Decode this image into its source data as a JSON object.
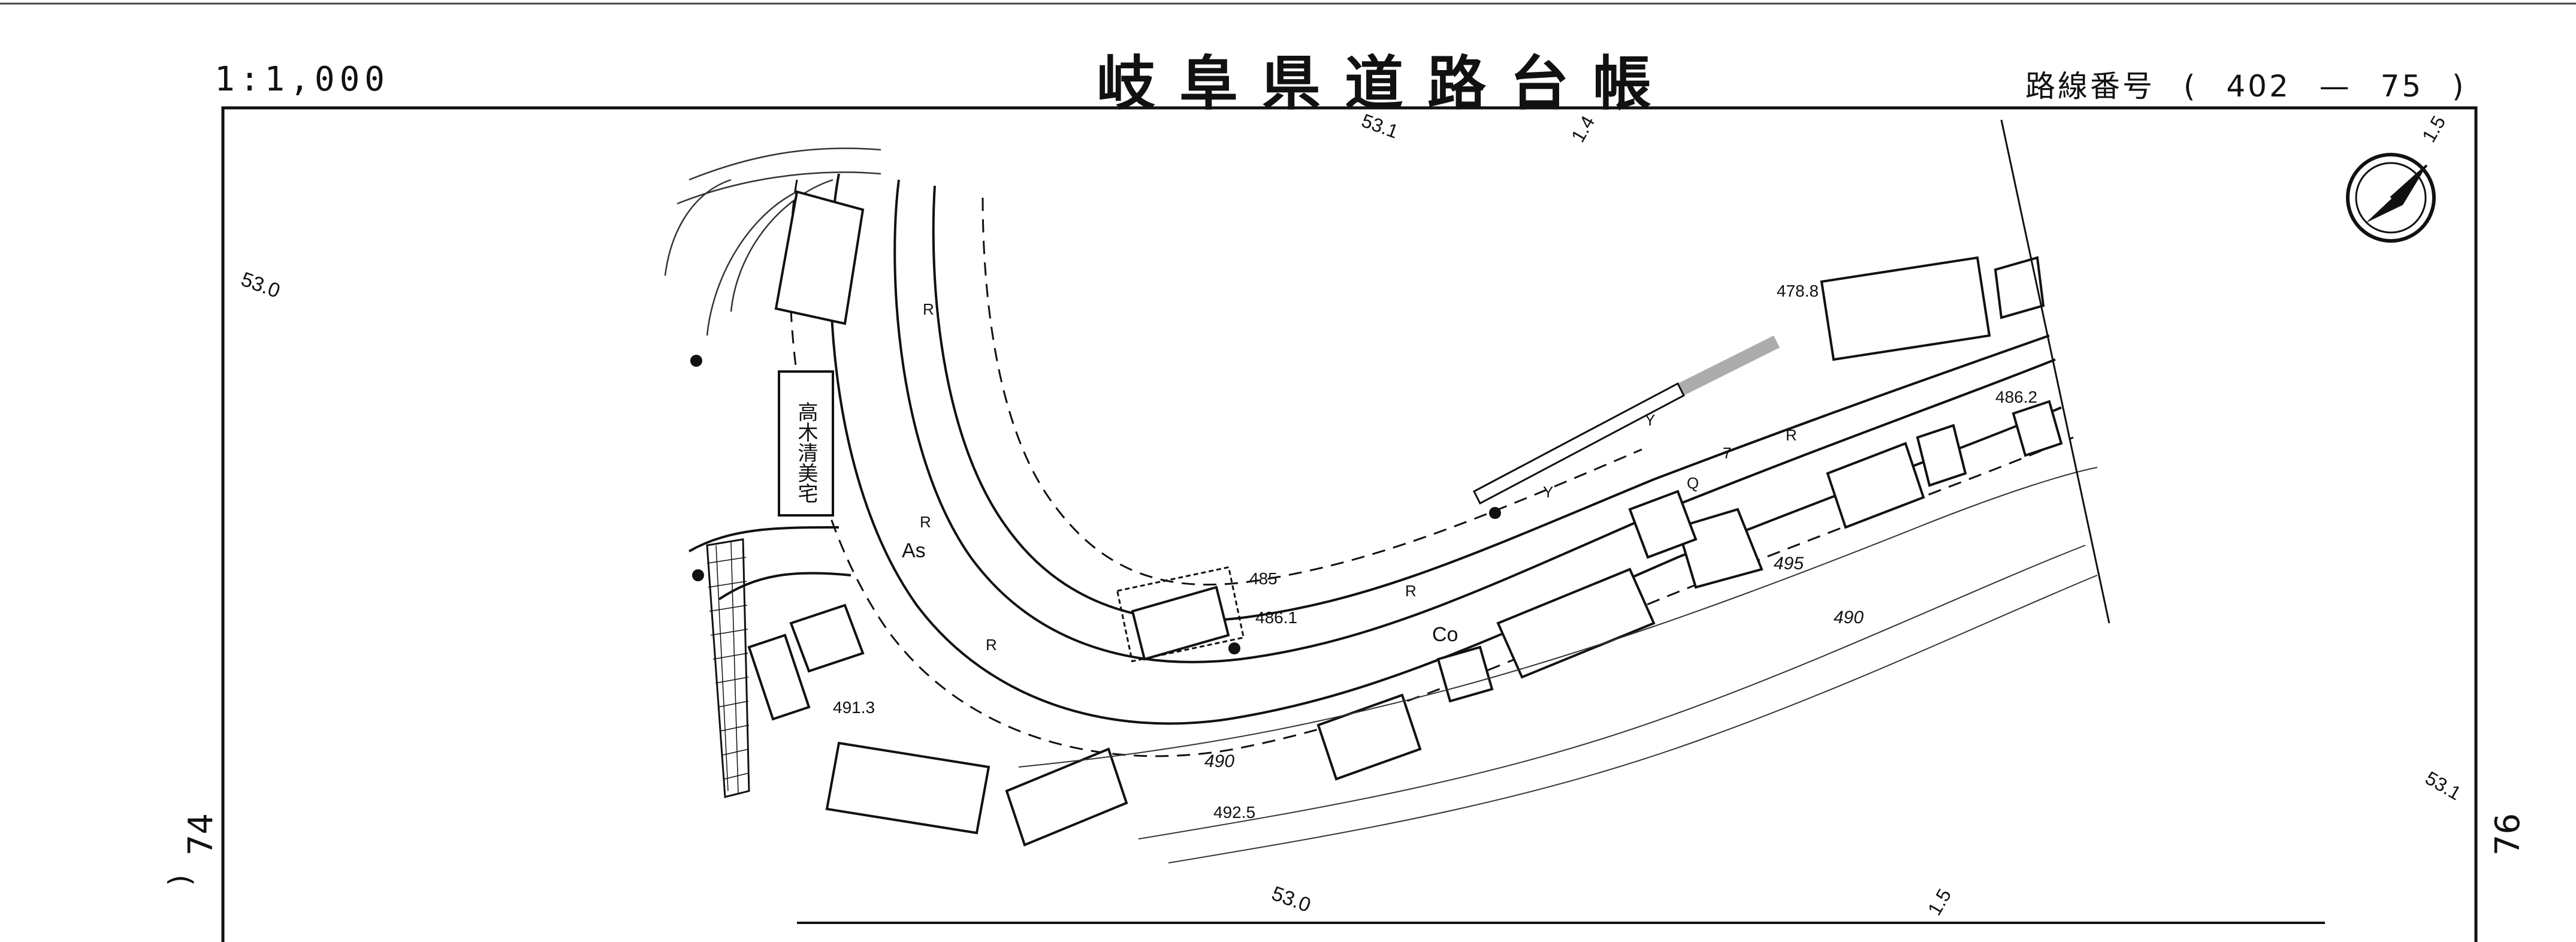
{
  "header": {
    "scale": "1:1,000",
    "title": "岐阜県道路台帳",
    "route_label": "路線番号",
    "route_open": "(",
    "route_number": "402",
    "route_dash": "—",
    "route_sub": "75",
    "route_close": ")"
  },
  "sheet_edges": {
    "left_sheet": "74",
    "right_sheet": "76",
    "paren": ")",
    "dash": "—"
  },
  "grid_labels": [
    "53.1",
    "1.4",
    "1.5",
    "53.0",
    "53.0",
    "53.1",
    "1.5"
  ],
  "place_labels": {
    "residence": "高木清美宅"
  },
  "elevations": [
    "478.8",
    "486.2",
    "485",
    "486.1",
    "491.3",
    "492.5"
  ],
  "contour_labels": [
    "490",
    "495",
    "490"
  ],
  "surface_labels": [
    "As",
    "Co"
  ],
  "road_marks": [
    "R",
    "R",
    "R",
    "R",
    "R",
    "Y",
    "Y",
    "7",
    "Q"
  ],
  "icons": {
    "north_arrow": "north-arrow-icon"
  }
}
